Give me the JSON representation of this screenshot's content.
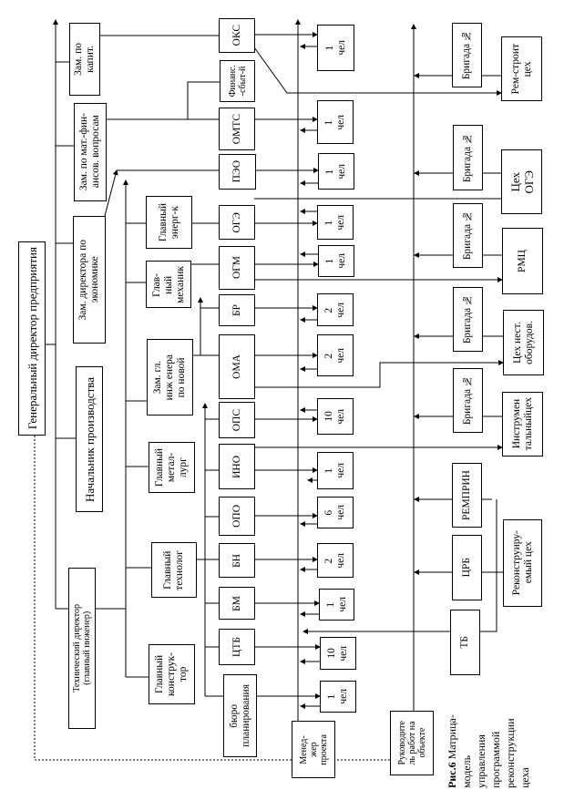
{
  "gen_director": "Генеральный директор предприятия",
  "deputies": {
    "capital": "Зам. по\nкапит.",
    "matfin": "Зам. по мат.-фин-\nансов. вопросам",
    "economy": "Зам. директора по\nэкономике",
    "production": "Начальник производства",
    "tech_director": "Технический директор\n(главный инженер)"
  },
  "chiefs": {
    "energ": "Главный\nэнерг-к",
    "mech": "Глав-\nный\nмеханик",
    "zam_gl_ing": "Зам. гл.\nинж енера\nпо новой",
    "metal": "Главный\nметал-\nлург",
    "techn": "Главный\nтехнолог",
    "constr": "Главный\nконструк-\nтор"
  },
  "departments": {
    "oks": "ОКС",
    "finsbyt": "Финанс.\n-сбыт-й",
    "omts": "ОМТС",
    "peo": "ПЭО",
    "oge": "ОГЭ",
    "ogm": "ОГМ",
    "br": "БР",
    "oma": "ОМА",
    "ops": "ОПС",
    "ino": "ИНО",
    "opo": "ОПО",
    "bn": "БН",
    "bm": "БМ",
    "ctb": "ЦТБ",
    "planning": "бюро\nпланирования"
  },
  "staff": [
    "1\nчел",
    "1\nчел",
    "1\nчел",
    "1\nчел",
    "1\nчел",
    "2\nчел",
    "2\nчел",
    "10\nчел",
    "1\nчел",
    "6\nчел",
    "2\nчел",
    "1\nчел",
    "10\nчел",
    "1\nчел"
  ],
  "project_manager": "Менед-\nжер\nпроекта",
  "site_manager": "Руководите\nль работ на\nобъекте",
  "brigades": [
    "Бригада №",
    "Бригада №",
    "Бригада №",
    "Бригада №",
    "Бригада №"
  ],
  "shops": {
    "remstroy": "Рем-строит\nцех",
    "oge_shop": "Цех\nОГЭ",
    "rmc": "РМЦ",
    "nonstd": "Цех нест.\nоборудов.",
    "instr": "Инструмен\nтальныйцех"
  },
  "units": {
    "remprin": "РЕМПРИН",
    "crb": "ЦРБ",
    "tb": "ТБ",
    "recon_shop": "Реконструиру-\nемый цех"
  },
  "caption": {
    "label": "Рис.6",
    "text": " Матрица-\nмодель\nуправления\nпрограммой\nреконструкции\nцеха"
  }
}
